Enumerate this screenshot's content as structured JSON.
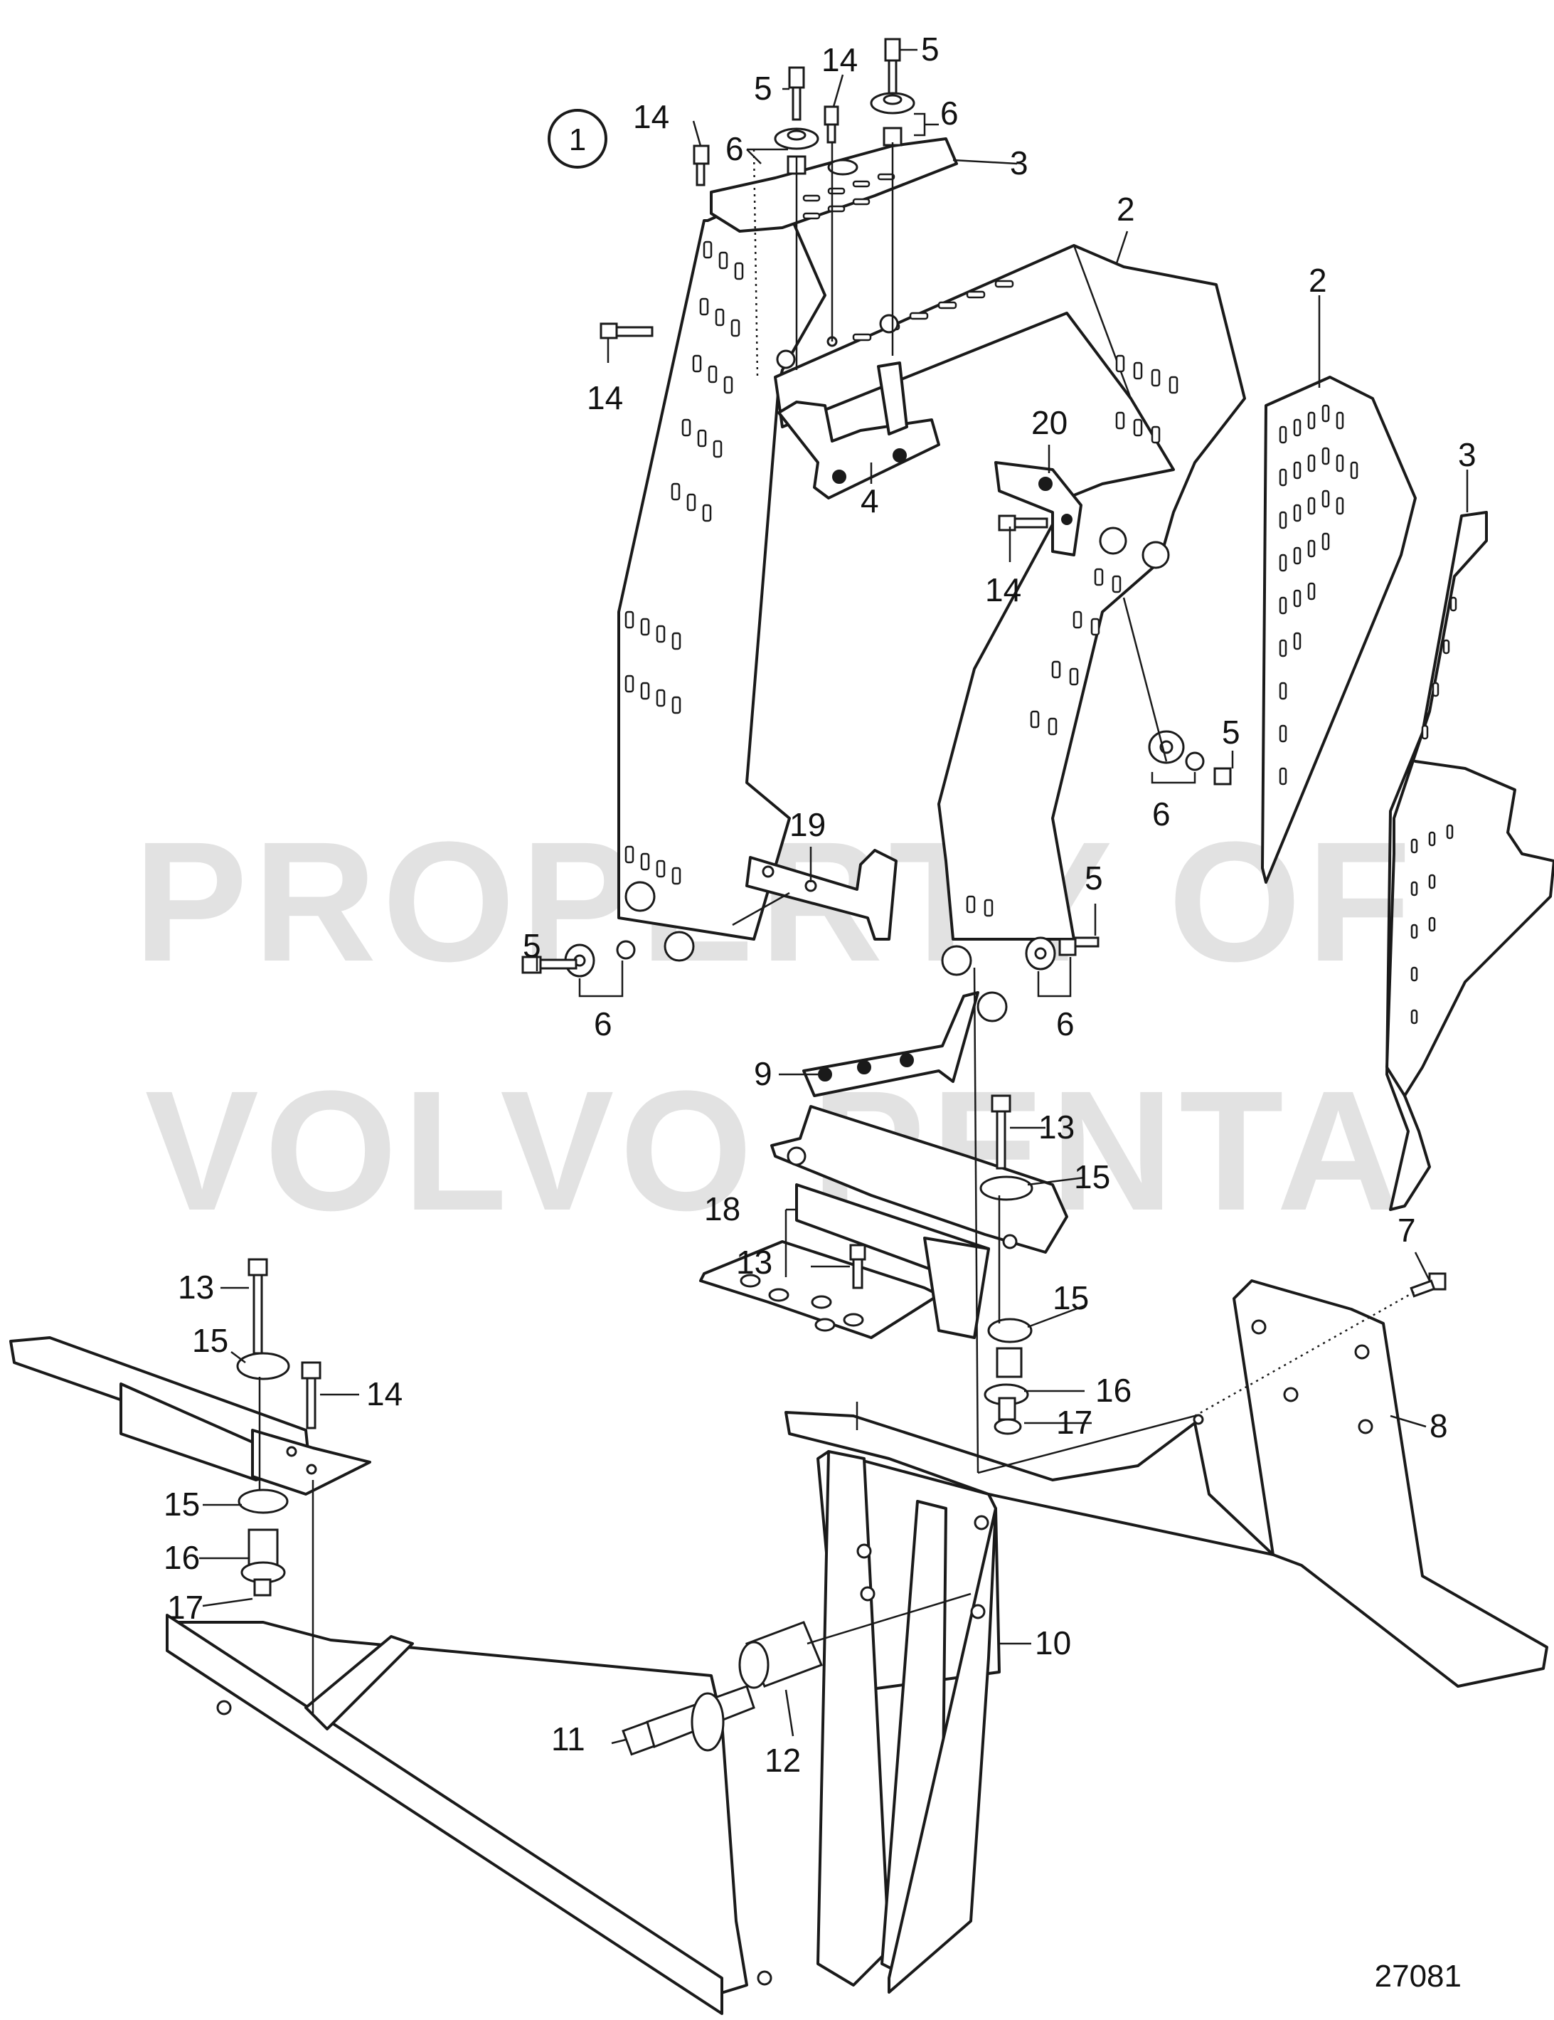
{
  "figure": {
    "view_number": "1",
    "drawing_number": "27081"
  },
  "watermark": {
    "line1": "PROPERTY OF",
    "line2": "VOLVO PENTA"
  },
  "callouts": [
    "2",
    "2",
    "3",
    "3",
    "4",
    "5",
    "5",
    "5",
    "5",
    "5",
    "6",
    "6",
    "6",
    "6",
    "6",
    "7",
    "8",
    "9",
    "10",
    "11",
    "12",
    "13",
    "13",
    "13",
    "14",
    "14",
    "14",
    "14",
    "14",
    "15",
    "15",
    "15",
    "15",
    "16",
    "16",
    "17",
    "17",
    "18",
    "19",
    "20"
  ],
  "colors": {
    "line": "#1a1a1a",
    "background": "#ffffff",
    "watermark": "#cfcfcf"
  }
}
